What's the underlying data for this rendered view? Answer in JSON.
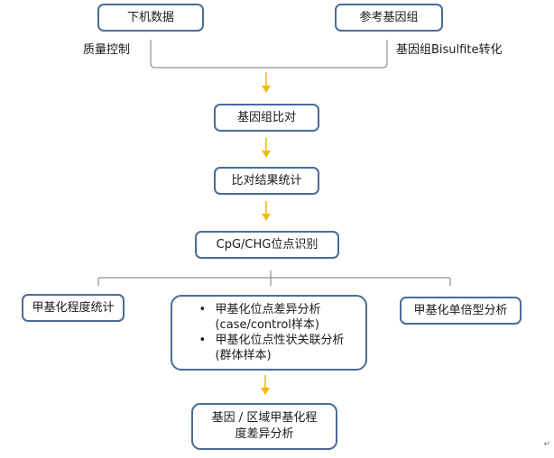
{
  "nodes": {
    "raw_data": "下机数据",
    "reference_genome": "参考基因组",
    "genome_alignment": "基因组比对",
    "alignment_stats": "比对结果统计",
    "site_identification": "CpG/CHG位点识别",
    "methylation_level_stats": "甲基化程度统计",
    "site_analysis": [
      {
        "title": "甲基化位点差异分析",
        "subtitle": "(case/control样本)"
      },
      {
        "title": "甲基化位点性状关联分析",
        "subtitle": "(群体样本)"
      }
    ],
    "haplotype_analysis": "甲基化单倍型分析",
    "region_diff_analysis_line1": "基因 / 区域甲基化程",
    "region_diff_analysis_line2": "度差异分析"
  },
  "edge_labels": {
    "quality_control": "质量控制",
    "bisulfite_conversion": "基因组Bisulfite转化"
  },
  "bullet_char": "•",
  "paragraph_mark": "↵",
  "colors": {
    "box_border": "#4a6c95",
    "arrow": "#f5b800",
    "connector": "#777777"
  }
}
